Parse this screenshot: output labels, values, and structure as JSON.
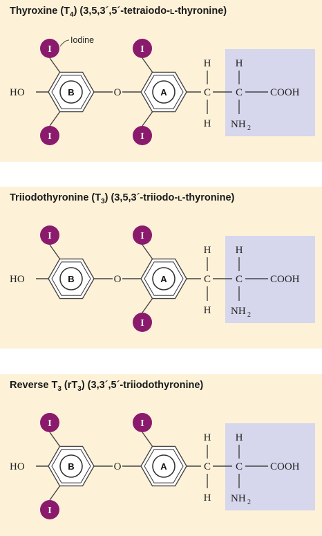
{
  "labels": {
    "iodine_atom": "I",
    "hydroxyl": "HO",
    "ether_oxygen": "O",
    "ring_b": "B",
    "ring_a": "A",
    "hydrogen": "H",
    "alpha_carbon": "C",
    "carboxyl": "COOH",
    "amino": "NH",
    "amino_subscript": "2",
    "iodine_callout": "Iodine"
  },
  "colors": {
    "panel_background": "#fdf1d8",
    "amino_acid_box": "#d6d6ec",
    "iodine_fill": "#8a1a6c"
  },
  "panels": [
    {
      "title_main": "Thyroxine (T",
      "title_sub": "4",
      "title_close": ") (3,5,3´,5´-tetraiodo-",
      "title_sc": "L",
      "title_end": "-thyronine)",
      "iodines": [
        "outer-top",
        "outer-bottom",
        "inner-top",
        "inner-bottom"
      ]
    },
    {
      "title_main": "Triiodothyronine (T",
      "title_sub": "3",
      "title_close": ") (3,5,3´-triiodo-",
      "title_sc": "L",
      "title_end": "-thyronine)",
      "iodines": [
        "outer-top",
        "inner-top",
        "inner-bottom"
      ]
    },
    {
      "title_main": "Reverse T",
      "title_sub": "3",
      "title_close": "  (rT",
      "title_sc": "3",
      "title_end": ") (3,3´,5´-triiodothyronine)",
      "iodines": [
        "outer-top",
        "outer-bottom",
        "inner-top"
      ]
    }
  ]
}
